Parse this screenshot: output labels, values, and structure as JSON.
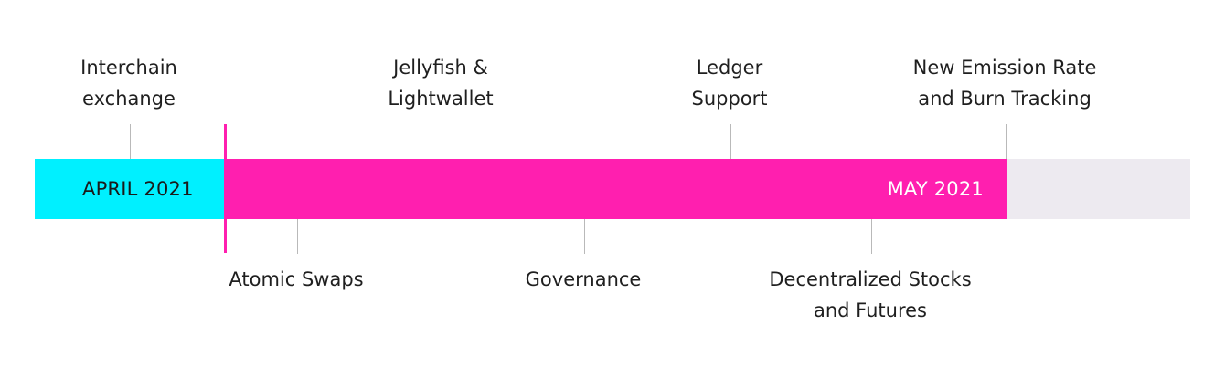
{
  "timeline": {
    "segments": [
      {
        "id": "april",
        "label": "APRIL 2021",
        "color": "#00F0FF"
      },
      {
        "id": "may",
        "label": "MAY 2021",
        "color": "#FF1FAF"
      },
      {
        "id": "future",
        "label": "",
        "color": "#EDEAF0"
      }
    ],
    "divider_color": "#FF1FAF",
    "tick_color": "#B9B9B9",
    "milestones_above": [
      {
        "lines": [
          "Interchain",
          "exchange"
        ]
      },
      {
        "lines": [
          "Jellyfish &",
          "Lightwallet"
        ]
      },
      {
        "lines": [
          "Ledger",
          "Support"
        ]
      },
      {
        "lines": [
          "New Emission Rate",
          "and Burn Tracking"
        ]
      }
    ],
    "milestones_below": [
      {
        "lines": [
          "Atomic Swaps"
        ]
      },
      {
        "lines": [
          "Governance"
        ]
      },
      {
        "lines": [
          "Decentralized Stocks",
          "and Futures"
        ]
      }
    ]
  }
}
